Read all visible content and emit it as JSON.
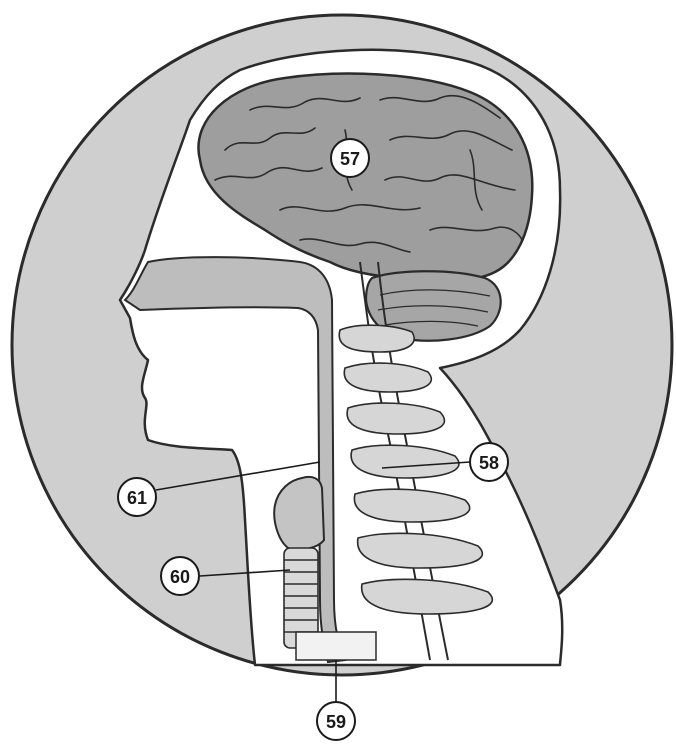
{
  "labels": {
    "brain": "57",
    "spinal_cord": "58",
    "neck_section": "59",
    "trachea": "60",
    "esophagus": "61"
  },
  "colors": {
    "background_disc": "#cfcfcf",
    "skin": "#ffffff",
    "brain_fill": "#9e9e9e",
    "cerebellum_fill": "#a6a6a6",
    "nasal_cavity_fill": "#bdbdbd",
    "outline": "#2b2b2b",
    "label_fill": "#ffffff"
  }
}
